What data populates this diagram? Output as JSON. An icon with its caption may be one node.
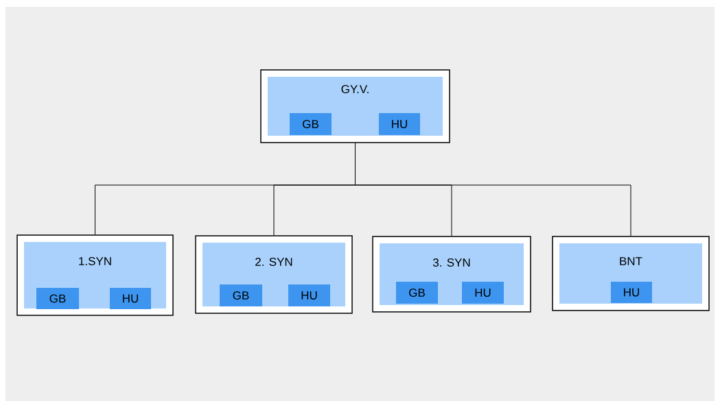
{
  "diagram": {
    "nodes": [
      {
        "text": [
          "GY.V."
        ]
      },
      {
        "text": [
          "GB"
        ],
        "in": 0
      },
      {
        "text": [
          "HU"
        ],
        "in": 0
      },
      {
        "text": [
          "1.SYN"
        ]
      },
      {
        "text": [
          "GB"
        ],
        "in": 3
      },
      {
        "text": [
          "HU"
        ],
        "in": 3
      },
      {
        "text": [
          "2. SYN"
        ]
      },
      {
        "text": [
          "GB"
        ],
        "in": 6
      },
      {
        "text": [
          "HU"
        ],
        "in": 6
      },
      {
        "text": [
          "3. SYN"
        ]
      },
      {
        "text": [
          "GB"
        ],
        "in": 9
      },
      {
        "text": [
          "HU"
        ],
        "in": 9
      },
      {
        "text": [
          "BNT"
        ]
      },
      {
        "text": [
          "HU"
        ],
        "in": 12
      }
    ],
    "edges": [
      {
        "from": 0,
        "to": 3,
        "arrow": "none"
      },
      {
        "from": 0,
        "to": 6,
        "arrow": "none"
      },
      {
        "from": 0,
        "to": 9,
        "arrow": "none"
      },
      {
        "from": 0,
        "to": 12,
        "arrow": "none"
      }
    ]
  }
}
